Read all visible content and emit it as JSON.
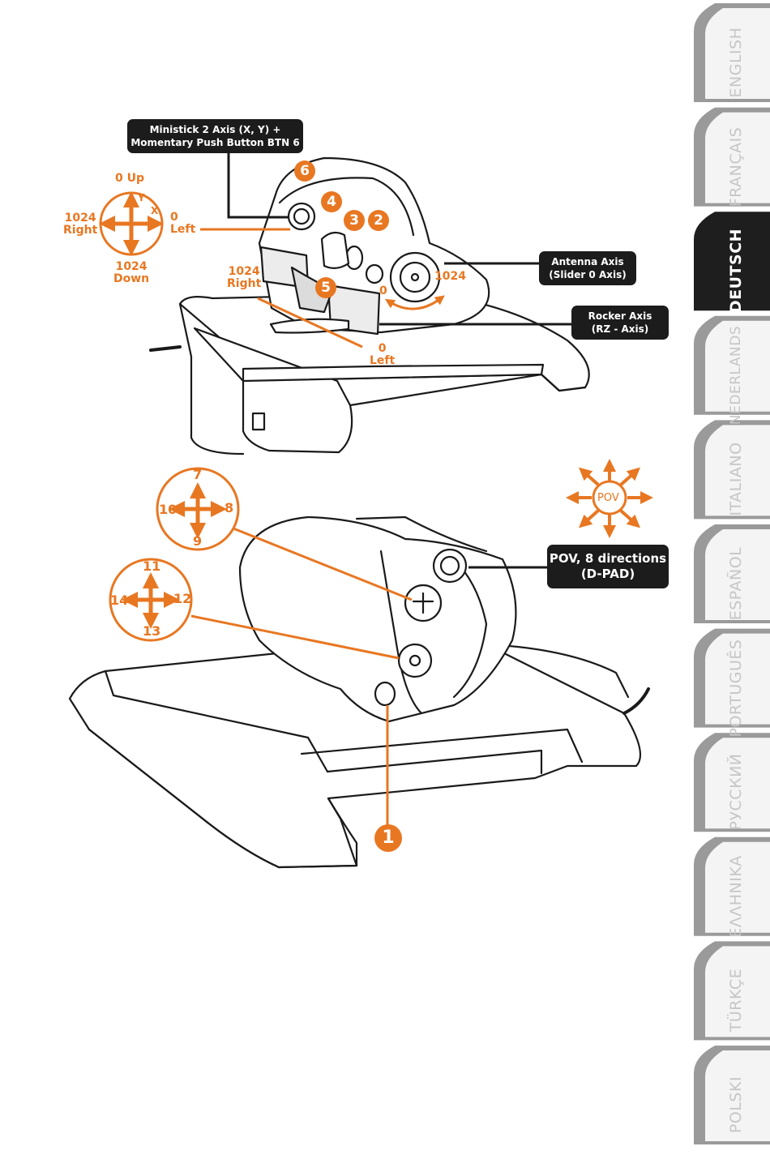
{
  "colors": {
    "accent": "#e87722",
    "label_bg": "#1c1c1c",
    "tab_active": "#1e1e1e",
    "tab_inactive": "#9a9a9a"
  },
  "labels": {
    "ministick": [
      "Ministick 2 Axis (X, Y) +",
      "Momentary Push Button BTN 6"
    ],
    "antenna": [
      "Antenna Axis",
      "(Slider 0 Axis)"
    ],
    "rocker": [
      "Rocker Axis",
      "(RZ - Axis)"
    ],
    "pov": [
      "POV, 8 directions",
      "(D-PAD)"
    ]
  },
  "ministick_axis": {
    "up": "0 Up",
    "y": "Y",
    "x": "X",
    "right_value": "1024",
    "right_word": "Right",
    "left_value": "0",
    "left_word": "Left",
    "down_value": "1024",
    "down_word": "Down"
  },
  "rocker_axis": {
    "right_value": "1024",
    "right_word": "Right",
    "left_value": "0",
    "left_word": "Left"
  },
  "antenna_axis": {
    "min": "0",
    "max": "1024"
  },
  "button_numbers": [
    "1",
    "2",
    "3",
    "4",
    "5",
    "6"
  ],
  "pov_badge": "POV",
  "hat1": {
    "top": "7",
    "left": "10",
    "right": "8",
    "bottom": "9"
  },
  "hat2": {
    "top": "11",
    "left": "14",
    "right": "12",
    "bottom": "13"
  },
  "language_tabs": [
    {
      "label": "ENGLISH",
      "active": false
    },
    {
      "label": "FRANÇAIS",
      "active": false
    },
    {
      "label": "DEUTSCH",
      "active": true
    },
    {
      "label": "NEDERLANDS",
      "active": false
    },
    {
      "label": "ITALIANO",
      "active": false
    },
    {
      "label": "ESPAÑOL",
      "active": false
    },
    {
      "label": "PORTUGUÊS",
      "active": false
    },
    {
      "label": "РУССКИЙ",
      "active": false
    },
    {
      "label": "ΕΛΛΗΝΙΚΑ",
      "active": false
    },
    {
      "label": "TÜRKÇE",
      "active": false
    },
    {
      "label": "POLSKI",
      "active": false
    }
  ]
}
